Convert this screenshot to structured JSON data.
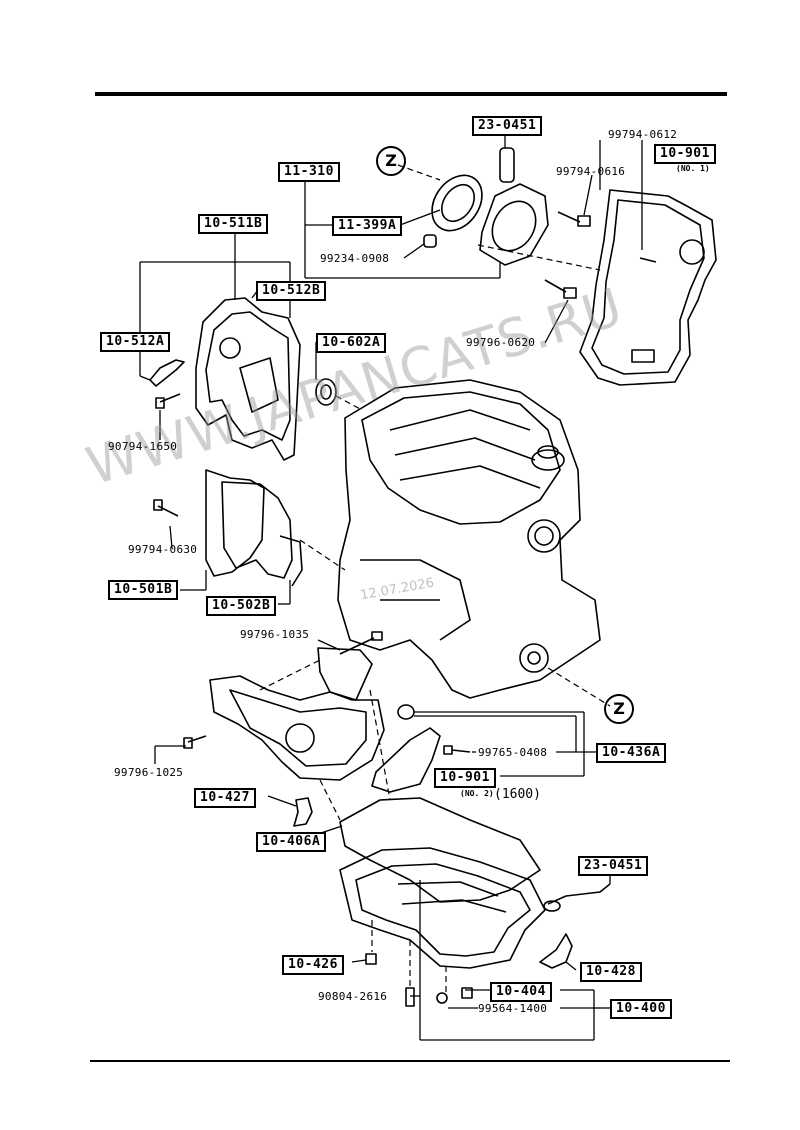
{
  "watermark": "WWW.JAPANCATS.RU",
  "watermark_date": "12.07.2026",
  "zone_marks": [
    "Z",
    "Z"
  ],
  "part_boxes": {
    "p23_0451_top": "23-0451",
    "p11_310": "11-310",
    "p11_399a": "11-399A",
    "p10_901_top": "10-901",
    "p10_511b": "10-511B",
    "p10_512b": "10-512B",
    "p10_512a": "10-512A",
    "p10_602a": "10-602A",
    "p10_501b": "10-501B",
    "p10_502b": "10-502B",
    "p10_436a": "10-436A",
    "p10_901_bottom": "10-901",
    "p10_427": "10-427",
    "p10_406a": "10-406A",
    "p23_0451_bottom": "23-0451",
    "p10_426": "10-426",
    "p10_428": "10-428",
    "p10_404": "10-404",
    "p10_400": "10-400"
  },
  "part_numbers": {
    "n99794_0612": "99794-0612",
    "n99794_0616": "99794-0616",
    "n99234_0908": "99234-0908",
    "n99796_0620": "99796-0620",
    "n90794_1650": "90794-1650",
    "n99794_0630": "99794-0630",
    "n99796_1035": "99796-1035",
    "n99796_1025": "99796-1025",
    "n99765_0408": "99765-0408",
    "n90804_2616": "90804-2616",
    "n99564_1400": "99564-1400"
  },
  "notes": {
    "no1": "(NO. 1)",
    "no2": "(NO. 2)",
    "engine_1600": "(1600)"
  }
}
